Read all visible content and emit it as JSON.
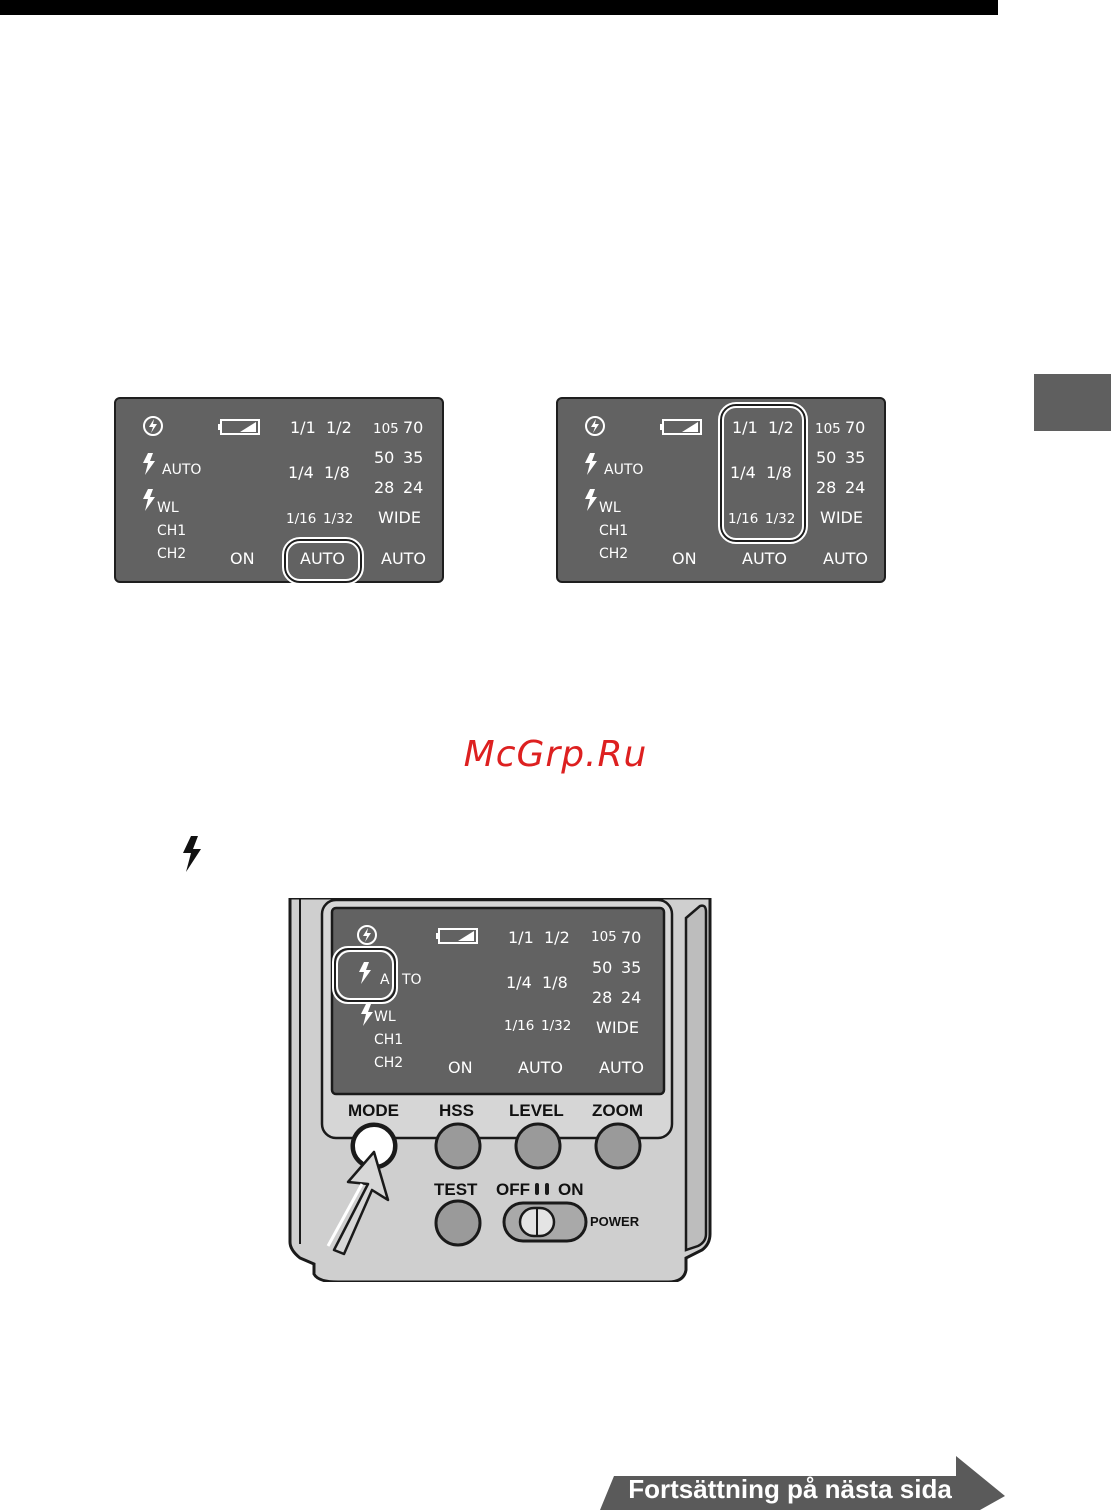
{
  "lcd": {
    "battery_icon": "battery-icon",
    "no_flash_icon": "flash-off-icon",
    "flash_icon": "flash-bolt-icon",
    "auto_mode": "AUTO",
    "wl_mode": "WL",
    "ch1": "CH1",
    "ch2": "CH2",
    "on": "ON",
    "level_auto": "AUTO",
    "zoom_auto": "AUTO",
    "ratio_1_1": "1/1",
    "ratio_1_2": "1/2",
    "ratio_1_4": "1/4",
    "ratio_1_8": "1/8",
    "ratio_1_16": "1/16",
    "ratio_1_32": "1/32",
    "zoom_105": "105",
    "zoom_70": "70",
    "zoom_50": "50",
    "zoom_35": "35",
    "zoom_28": "28",
    "zoom_24": "24",
    "zoom_wide": "WIDE",
    "device_auto_partial_a": "A",
    "device_auto_partial_to": "TO"
  },
  "buttons": {
    "mode": "MODE",
    "hss": "HSS",
    "level": "LEVEL",
    "zoom": "ZOOM",
    "test": "TEST",
    "off": "OFF",
    "on": "ON",
    "power": "POWER"
  },
  "watermark": "McGrp.Ru",
  "footer": {
    "continue": "Fortsättning på nästa sida"
  },
  "colors": {
    "lcd_bg": "#626262",
    "tab": "#5f5f5f",
    "watermark": "#dd2020",
    "footer": "#5a5a5a"
  }
}
